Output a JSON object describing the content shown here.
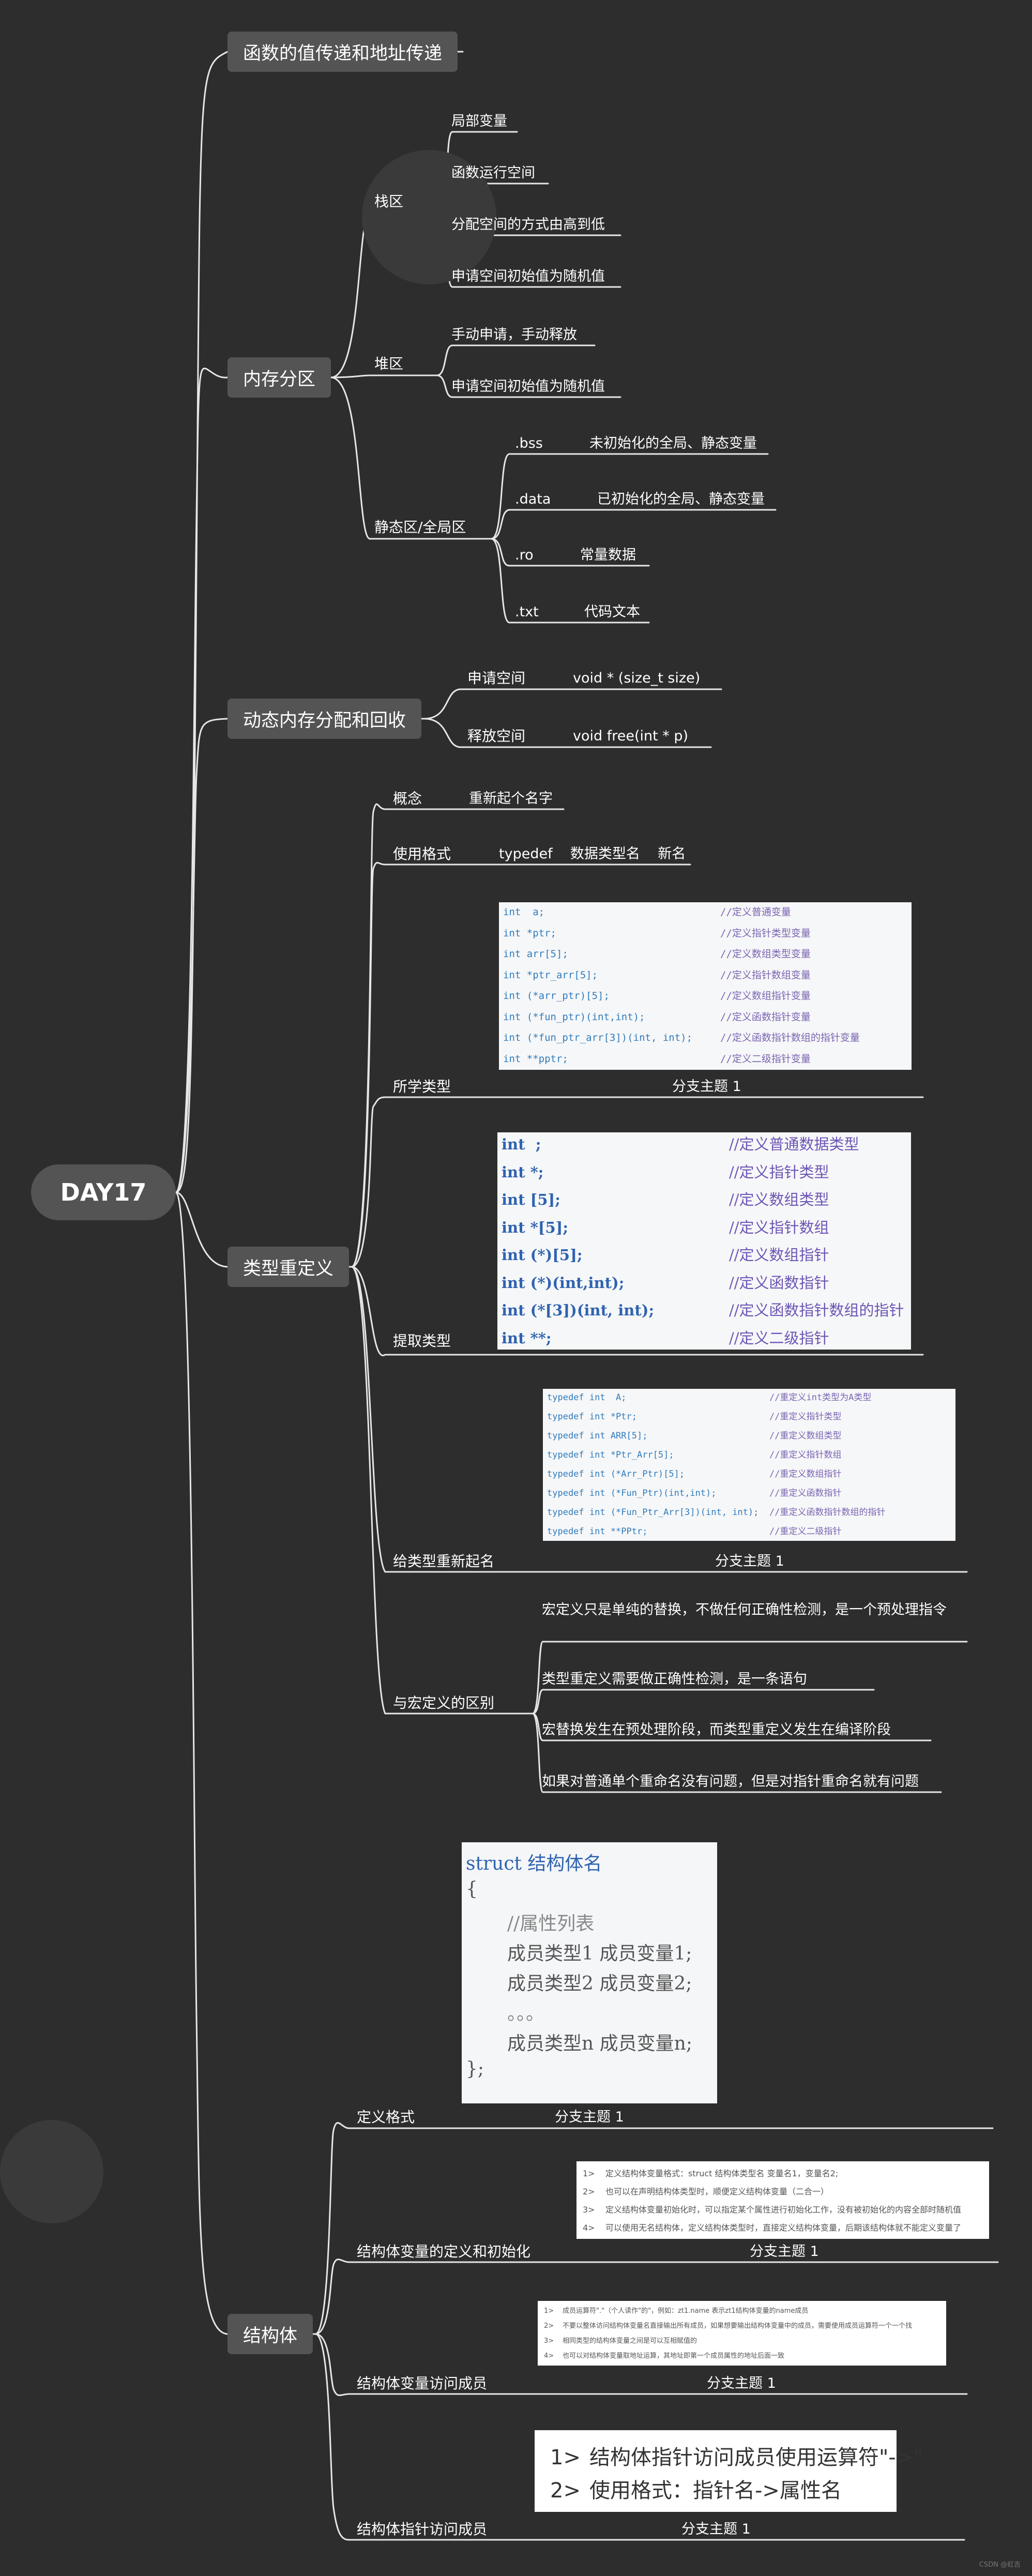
{
  "mindmap": {
    "root": "DAY17",
    "topics": {
      "value_address": "函数的值传递和地址传递",
      "memory": "内存分区",
      "dynamic": "动态内存分配和回收",
      "typedef": "类型重定义",
      "struct": "结构体"
    },
    "memory": {
      "stack": {
        "label": "栈区",
        "items": [
          "局部变量",
          "函数运行空间",
          "分配空间的方式由高到低",
          "申请空间初始值为随机值"
        ]
      },
      "heap": {
        "label": "堆区",
        "items": [
          "手动申请，手动释放",
          "申请空间初始值为随机值"
        ]
      },
      "static": {
        "label": "静态区/全局区",
        "items": [
          {
            "name": ".bss",
            "desc": "未初始化的全局、静态变量"
          },
          {
            "name": ".data",
            "desc": "已初始化的全局、静态变量"
          },
          {
            "name": ".ro",
            "desc": "常量数据"
          },
          {
            "name": ".txt",
            "desc": "代码文本"
          }
        ]
      }
    },
    "dynamic": {
      "alloc": {
        "label": "申请空间",
        "desc": "void * (size_t   size)"
      },
      "free": {
        "label": "释放空间",
        "desc": "void   free(int  *   p)"
      }
    },
    "typedef": {
      "concept": {
        "label": "概念",
        "desc": "重新起个名字"
      },
      "format": {
        "label": "使用格式",
        "desc": "typedef    数据类型名    新名"
      },
      "learned": {
        "label": "所学类型",
        "desc": "分支主题 1"
      },
      "extract": {
        "label": "提取类型"
      },
      "rename": {
        "label": "给类型重新起名",
        "desc": "分支主题 1"
      },
      "macro": {
        "label": "与宏定义的区别",
        "items": [
          "宏定义只是单纯的替换，不做任何正确性检测，是一个预处理指令",
          "类型重定义需要做正确性检测，是一条语句",
          "宏替换发生在预处理阶段，而类型重定义发生在编译阶段",
          "如果对普通单个重命名没有问题，但是对指针重命名就有问题"
        ]
      },
      "code_learned": [
        {
          "t": "int  a;",
          "c": "//定义普通变量"
        },
        {
          "t": "int *ptr;",
          "c": "//定义指针类型变量"
        },
        {
          "t": "int arr[5];",
          "c": "//定义数组类型变量"
        },
        {
          "t": "int *ptr_arr[5];",
          "c": "//定义指针数组变量"
        },
        {
          "t": "int (*arr_ptr)[5];",
          "c": "//定义数组指针变量"
        },
        {
          "t": "int (*fun_ptr)(int,int);",
          "c": "//定义函数指针变量"
        },
        {
          "t": "int (*fun_ptr_arr[3])(int, int);",
          "c": "//定义函数指针数组的指针变量"
        },
        {
          "t": "int **pptr;",
          "c": "//定义二级指针变量"
        }
      ],
      "code_extract": [
        {
          "t": "int  ;",
          "c": "//定义普通数据类型"
        },
        {
          "t": "int *;",
          "c": "//定义指针类型"
        },
        {
          "t": "int [5];",
          "c": "//定义数组类型"
        },
        {
          "t": "int *[5];",
          "c": "//定义指针数组"
        },
        {
          "t": "int (*)[5];",
          "c": "//定义数组指针"
        },
        {
          "t": "int (*)(int,int);",
          "c": "//定义函数指针"
        },
        {
          "t": "int (*[3])(int, int);",
          "c": "//定义函数指针数组的指针"
        },
        {
          "t": "int **;",
          "c": "//定义二级指针"
        }
      ],
      "code_rename": [
        {
          "t": "typedef int  A;",
          "c": "//重定义int类型为A类型"
        },
        {
          "t": "typedef int *Ptr;",
          "c": "//重定义指针类型"
        },
        {
          "t": "typedef int ARR[5];",
          "c": "//重定义数组类型"
        },
        {
          "t": "typedef int *Ptr_Arr[5];",
          "c": "//重定义指针数组"
        },
        {
          "t": "typedef int (*Arr_Ptr)[5];",
          "c": "//重定义数组指针"
        },
        {
          "t": "typedef int (*Fun_Ptr)(int,int);",
          "c": "//重定义函数指针"
        },
        {
          "t": "typedef int (*Fun_Ptr_Arr[3])(int, int);",
          "c": "//重定义函数指针数组的指针"
        },
        {
          "t": "typedef int **PPtr;",
          "c": "//重定义二级指针"
        }
      ]
    },
    "struct": {
      "define": {
        "label": "定义格式",
        "desc": "分支主题 1"
      },
      "var_init": {
        "label": "结构体变量的定义和初始化",
        "desc": "分支主题 1"
      },
      "member": {
        "label": "结构体变量访问成员",
        "desc": "分支主题 1"
      },
      "ptr_member": {
        "label": "结构体指针访问成员",
        "desc": "分支主题 1"
      },
      "code_struct": [
        "struct 结构体名",
        "{",
        "//属性列表",
        "成员类型1 成员变量1;",
        "成员类型2 成员变量2;",
        "。。。",
        "成员类型n 成员变量n;",
        "};"
      ],
      "notes_init": [
        "定义结构体变量格式：struct  结构体类型名  变量名1，变量名2;",
        "也可以在声明结构体类型时，顺便定义结构体变量（二合一）",
        "定义结构体变量初始化时，可以指定某个属性进行初始化工作，没有被初始化的内容全部时随机值",
        "可以使用无名结构体，定义结构体类型时，直接定义结构体变量，后期该结构体就不能定义变量了"
      ],
      "notes_member": [
        "成员运算符\".\"（个人读作\"的\"，例如：zt1.name  表示zt1结构体变量的name成员",
        "不要以整体访问结构体变量名直接输出所有成员，如果想要输出结构体变量中的成员，需要使用成员运算符一个一个找",
        "相同类型的结构体变量之间是可以互相赋值的",
        "也可以对结构体变量取地址运算，其地址即第一个成员属性的地址后面一致"
      ],
      "notes_ptr": [
        "结构体指针访问成员使用运算符\"->\"",
        "使用格式：指针名->属性名"
      ],
      "bullets": [
        "1>",
        "2>",
        "3>",
        "4>"
      ]
    },
    "watermark": "CSDN @虹吉"
  }
}
